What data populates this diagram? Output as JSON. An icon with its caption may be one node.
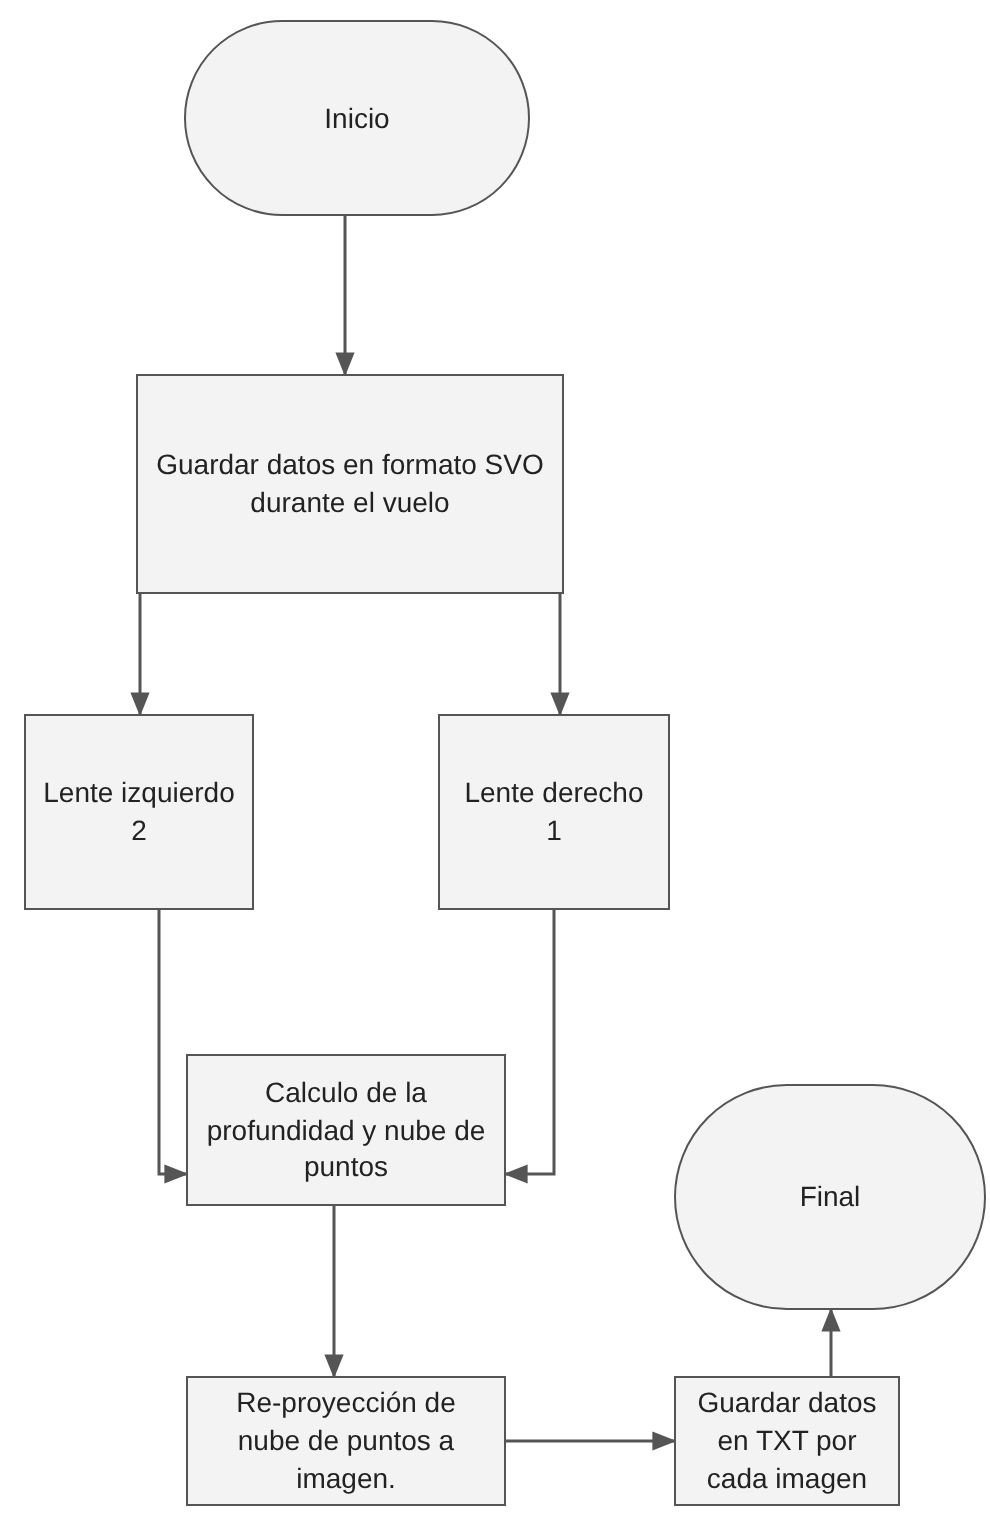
{
  "diagram": {
    "nodes": [
      {
        "text": [
          "Inicio"
        ]
      },
      {
        "text": [
          "Guardar datos en formato SVO durante el vuelo"
        ]
      },
      {
        "text": [
          "Lente izquierdo 2"
        ]
      },
      {
        "text": [
          "Lente derecho 1"
        ]
      },
      {
        "text": [
          "Calculo de la profundidad y nube de puntos"
        ]
      },
      {
        "text": [
          "Final"
        ]
      },
      {
        "text": [
          "Re-proyección de nube de puntos a imagen."
        ]
      },
      {
        "text": [
          "Guardar datos en TXT por cada imagen"
        ]
      }
    ],
    "edges": [
      {
        "from": 0,
        "to": 1,
        "arrow": "to"
      },
      {
        "from": 1,
        "to": 2,
        "arrow": "to"
      },
      {
        "from": 1,
        "to": 3,
        "arrow": "to"
      },
      {
        "from": 2,
        "to": 4,
        "arrow": "to"
      },
      {
        "from": 3,
        "to": 4,
        "arrow": "to"
      },
      {
        "from": 4,
        "to": 6,
        "arrow": "to"
      },
      {
        "from": 6,
        "to": 7,
        "arrow": "to"
      },
      {
        "from": 7,
        "to": 5,
        "arrow": "to"
      }
    ]
  }
}
